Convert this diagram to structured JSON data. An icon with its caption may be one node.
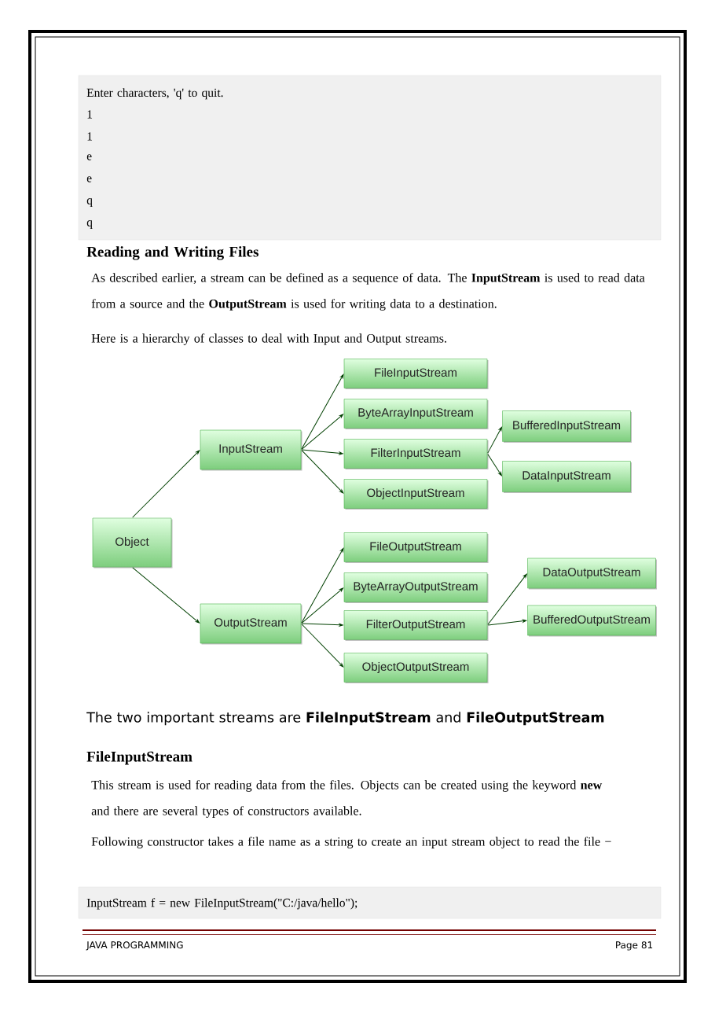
{
  "diagram": {
    "nodes": [
      {
        "text": [
          "Object"
        ]
      },
      {
        "text": [
          "InputStream"
        ]
      },
      {
        "text": [
          "FileInputStream"
        ]
      },
      {
        "text": [
          "ByteArrayInputStream"
        ]
      },
      {
        "text": [
          "FilterInputStream"
        ]
      },
      {
        "text": [
          "ObjectInputStream"
        ]
      },
      {
        "text": [
          "BufferedInputStream"
        ]
      },
      {
        "text": [
          "DataInputStream"
        ]
      },
      {
        "text": [
          "OutputStream"
        ]
      },
      {
        "text": [
          "FileOutputStream"
        ]
      },
      {
        "text": [
          "ByteArrayOutputStream"
        ]
      },
      {
        "text": [
          "FilterOutputStream"
        ]
      },
      {
        "text": [
          "ObjectOutputStream"
        ]
      },
      {
        "text": [
          "DataOutputStream"
        ]
      },
      {
        "text": [
          "BufferedOutputStream"
        ]
      }
    ],
    "edges": [
      {
        "from": 0,
        "to": 1,
        "arrow": "to"
      },
      {
        "from": 0,
        "to": 8,
        "arrow": "to"
      },
      {
        "from": 1,
        "to": 2,
        "arrow": "to"
      },
      {
        "from": 1,
        "to": 3,
        "arrow": "to"
      },
      {
        "from": 1,
        "to": 4,
        "arrow": "to"
      },
      {
        "from": 1,
        "to": 5,
        "arrow": "to"
      },
      {
        "from": 4,
        "to": 6,
        "arrow": "to"
      },
      {
        "from": 4,
        "to": 7,
        "arrow": "to"
      },
      {
        "from": 8,
        "to": 9,
        "arrow": "to"
      },
      {
        "from": 8,
        "to": 10,
        "arrow": "to"
      },
      {
        "from": 8,
        "to": 11,
        "arrow": "to"
      },
      {
        "from": 8,
        "to": 12,
        "arrow": "to"
      },
      {
        "from": 11,
        "to": 13,
        "arrow": "to"
      },
      {
        "from": 11,
        "to": 14,
        "arrow": "to"
      }
    ],
    "labels": [
      "Enter characters, 'q' to quit.",
      "1",
      "1",
      "e",
      "e",
      "q",
      "q",
      "Reading and Writing Files",
      "As described earlier, a stream can be defined as a sequence of data. The **InputStream** is used to read data from a source and the **OutputStream** is used for writing data to a destination.",
      "Here is a hierarchy of classes to deal with Input and Output streams.",
      "The two important streams are **FileInputStream** and **FileOutputStream**",
      "FileInputStream",
      "This stream is used for reading data from the files. Objects can be created using the keyword **new** and there are several types of constructors available.",
      "Following constructor takes a file name as a string to create an input stream object to read the file −",
      "InputStream f = new FileInputStream(\"C:/java/hello\");",
      "JAVA PROGRAMMING",
      "Page 81"
    ]
  }
}
